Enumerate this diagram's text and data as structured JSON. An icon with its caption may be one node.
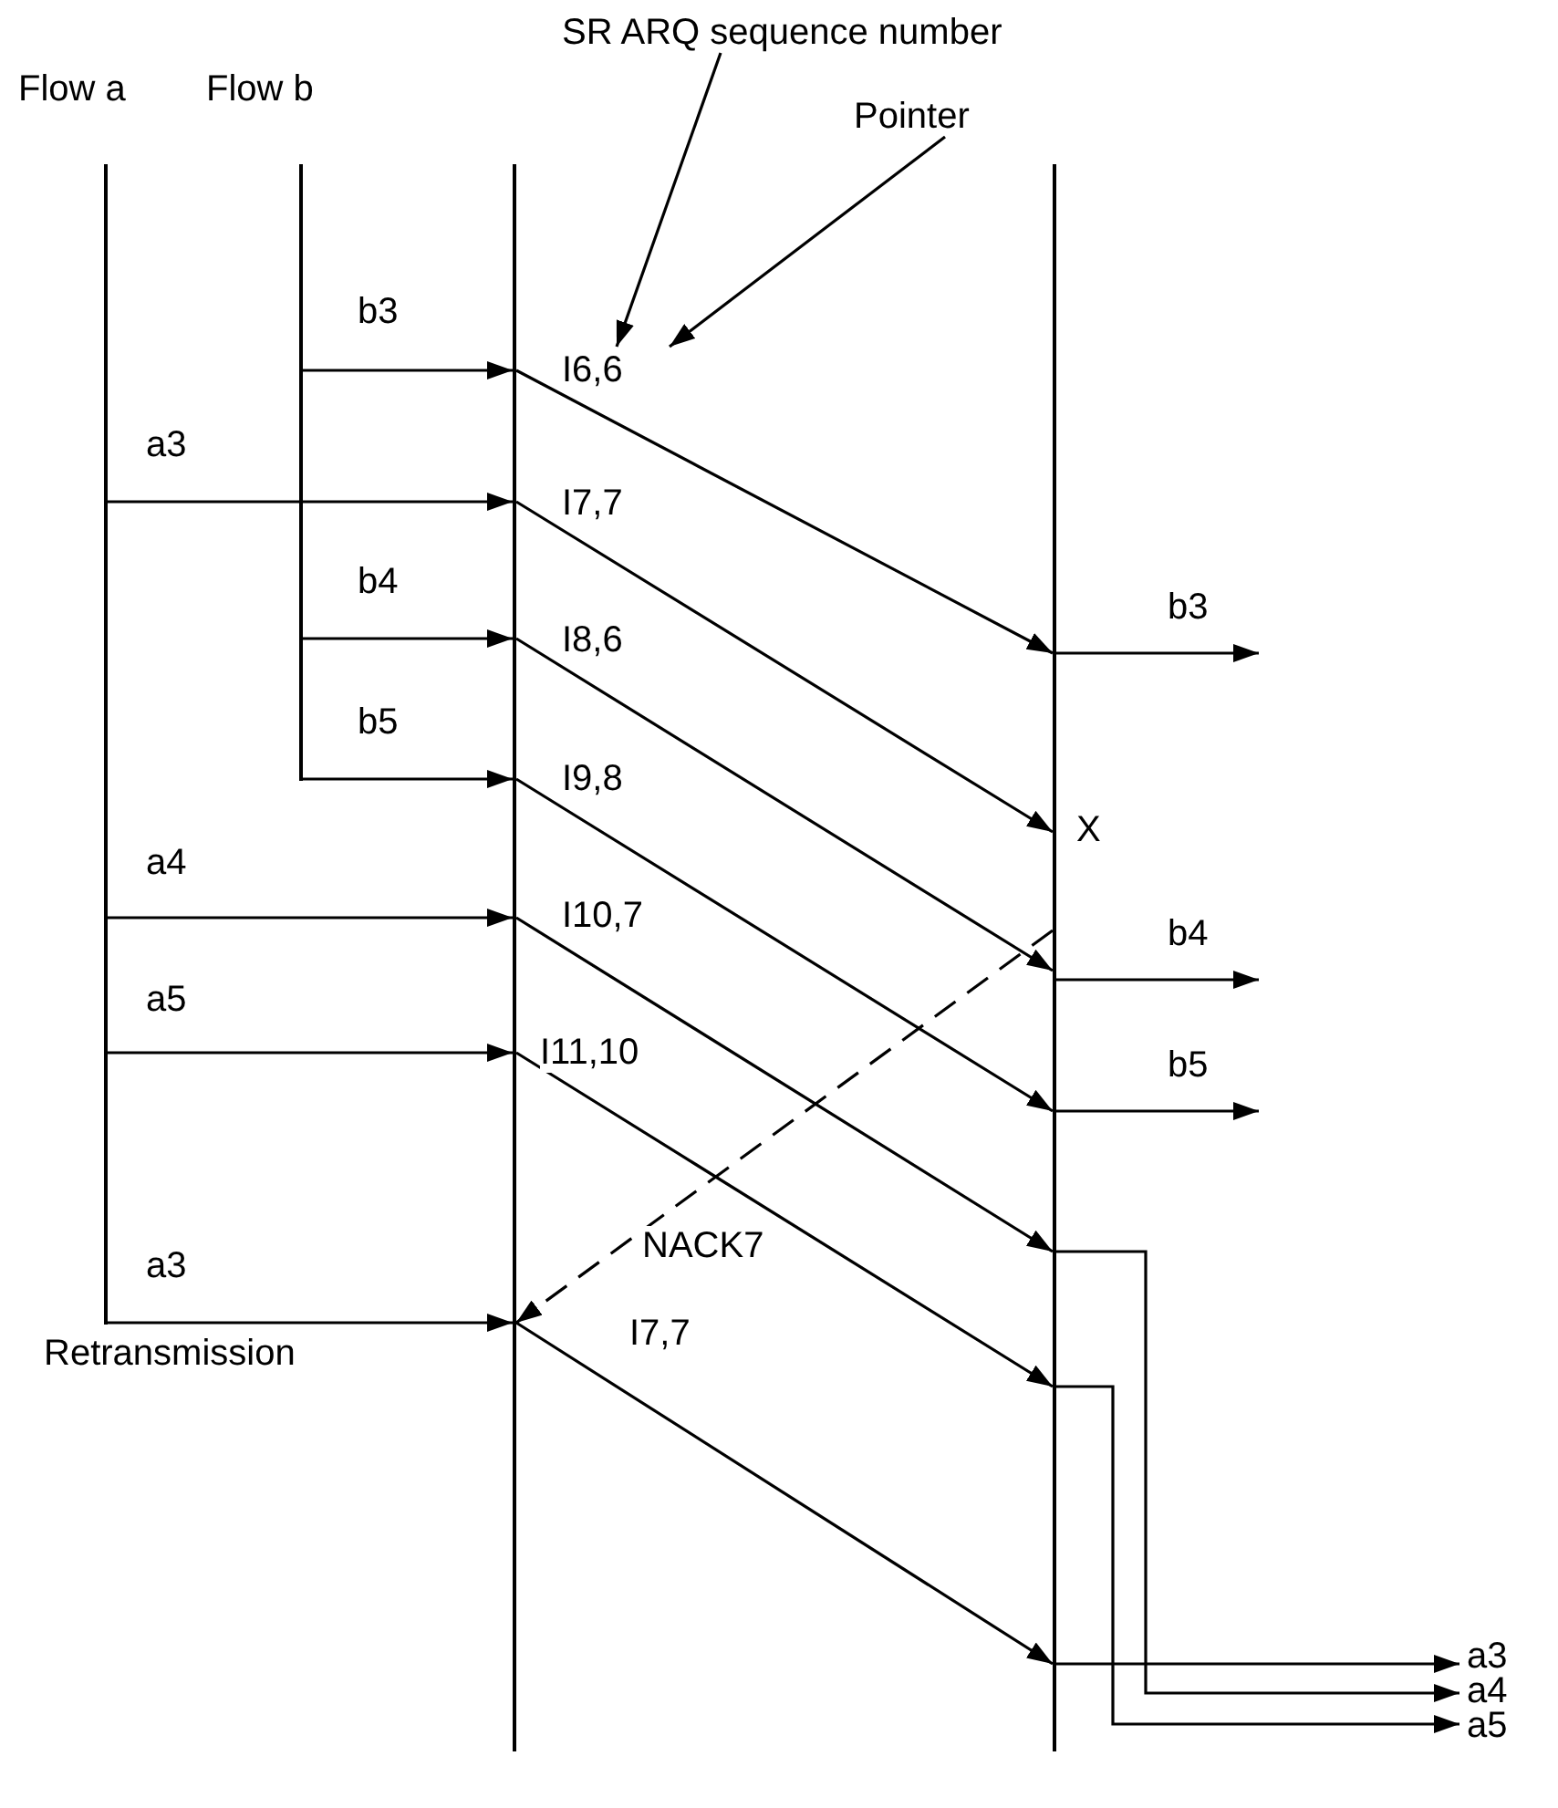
{
  "diagram": {
    "nodes": [
      {
        "text": [
          "SR ARQ sequence number"
        ]
      },
      {
        "text": [
          "Pointer"
        ]
      },
      {
        "text": [],
        "shape": "bar"
      },
      {
        "text": [],
        "shape": "bar"
      },
      {
        "text": [],
        "shape": "bar"
      },
      {
        "text": [],
        "shape": "bar"
      }
    ],
    "edges": [
      {
        "from": 0,
        "to": null,
        "arrow": "to"
      },
      {
        "from": 1,
        "to": null,
        "arrow": "to"
      },
      {
        "from": 3,
        "to": 4,
        "arrow": "to",
        "label": "b3"
      },
      {
        "from": 2,
        "to": 4,
        "arrow": "to",
        "label": "a3"
      },
      {
        "from": 3,
        "to": 4,
        "arrow": "to",
        "label": "b4"
      },
      {
        "from": 3,
        "to": 4,
        "arrow": "to",
        "label": "b5"
      },
      {
        "from": 2,
        "to": 4,
        "arrow": "to",
        "label": "a4"
      },
      {
        "from": 2,
        "to": 4,
        "arrow": "to",
        "label": "a5"
      },
      {
        "from": 2,
        "to": 4,
        "arrow": "to",
        "label": "a3"
      },
      {
        "from": 4,
        "to": 5,
        "arrow": "to",
        "label": "I6,6"
      },
      {
        "from": 4,
        "to": 5,
        "arrow": "to",
        "label": "I7,7"
      },
      {
        "from": 4,
        "to": 5,
        "arrow": "to",
        "label": "I8,6"
      },
      {
        "from": 4,
        "to": 5,
        "arrow": "to",
        "label": "I9,8"
      },
      {
        "from": 4,
        "to": 5,
        "arrow": "to",
        "label": "I10,7"
      },
      {
        "from": 4,
        "to": 5,
        "arrow": "to",
        "label": "I11,10"
      },
      {
        "from": 5,
        "to": 4,
        "arrow": "to",
        "label": "NACK7",
        "style": "dashed"
      },
      {
        "from": 4,
        "to": 5,
        "arrow": "to",
        "label": "I7,7"
      },
      {
        "from": 5,
        "to": null,
        "arrow": "to",
        "label": "b3"
      },
      {
        "from": 5,
        "to": null,
        "arrow": "to",
        "label": "b4"
      },
      {
        "from": 5,
        "to": null,
        "arrow": "to",
        "label": "b5"
      },
      {
        "from": 5,
        "to": null,
        "arrow": "to",
        "label": "a4"
      },
      {
        "from": 5,
        "to": null,
        "arrow": "to",
        "label": "a5"
      },
      {
        "from": 5,
        "to": null,
        "arrow": "to",
        "label": "a3"
      }
    ],
    "labels": [
      "Flow a",
      "Flow b",
      "X",
      "Retransmission"
    ]
  }
}
